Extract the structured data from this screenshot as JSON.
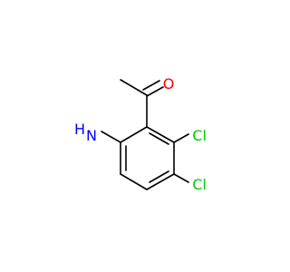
{
  "molecule": {
    "atoms": {
      "oxygen": "O",
      "nitrogen": "N",
      "amine_hydrogen": "H",
      "chlorine_upper": "Cl",
      "chlorine_lower": "Cl"
    },
    "colors": {
      "bond": "#000000",
      "oxygen": "#ff0000",
      "nitrogen": "#0000ff",
      "chlorine": "#00cc00"
    }
  }
}
